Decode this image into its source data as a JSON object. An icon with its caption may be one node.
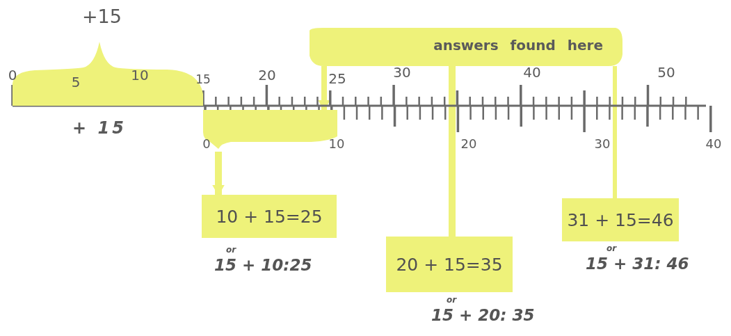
{
  "diagram": {
    "nodes": [
      {
        "text": [
          "+15"
        ]
      },
      {
        "text": [],
        "shape": "band"
      },
      {
        "text": [
          "answers found here"
        ]
      },
      {
        "text": [
          "10 + 15=25"
        ],
        "beside": [
          "or",
          "15 + 10:25"
        ]
      },
      {
        "text": [
          "20 + 15=35"
        ],
        "beside": [
          "or",
          "15 + 20: 35"
        ]
      },
      {
        "text": [
          "31 + 15=46"
        ],
        "beside": [
          "or",
          "15 + 31: 46"
        ]
      }
    ],
    "edges": [
      {
        "from": 2,
        "to": 1,
        "arrow": "to"
      },
      {
        "from": 2,
        "to": 4,
        "arrow": "none"
      },
      {
        "from": 2,
        "to": 5,
        "arrow": "none"
      },
      {
        "from": 1,
        "to": 3,
        "arrow": "to"
      }
    ],
    "labels": [
      "0",
      "5",
      "10",
      "15",
      "20",
      "25",
      "30",
      "40",
      "50",
      "+ 15",
      "0",
      "10",
      "20",
      "30",
      "40"
    ]
  }
}
